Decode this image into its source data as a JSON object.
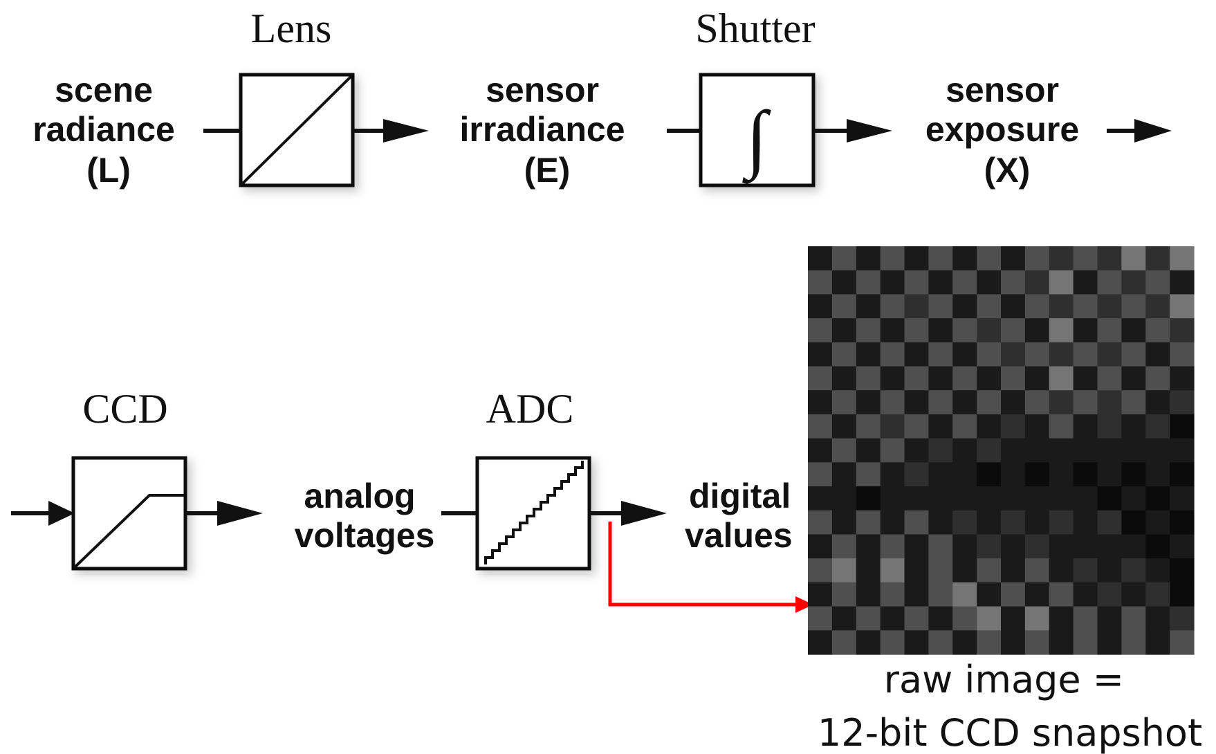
{
  "blocks": {
    "lens": "Lens",
    "shutter": "Shutter",
    "ccd": "CCD",
    "adc": "ADC"
  },
  "signals": {
    "scene_radiance": [
      "scene",
      "radiance",
      "(L)"
    ],
    "sensor_irradiance": [
      "sensor",
      "irradiance",
      "(E)"
    ],
    "sensor_exposure": [
      "sensor",
      "exposure",
      "(X)"
    ],
    "analog_voltages": [
      "analog",
      "voltages"
    ],
    "digital_values": [
      "digital",
      "values"
    ]
  },
  "shutter_symbol": "∫",
  "raw_image": {
    "caption": [
      "raw image =",
      "12-bit CCD snapshot"
    ],
    "levels": [
      [
        1,
        3,
        1,
        3,
        1,
        3,
        1,
        3,
        1,
        3,
        2,
        3,
        2,
        4,
        2,
        4
      ],
      [
        3,
        1,
        3,
        1,
        3,
        1,
        3,
        1,
        3,
        2,
        4,
        1,
        3,
        2,
        3,
        1
      ],
      [
        1,
        3,
        1,
        3,
        2,
        3,
        1,
        3,
        1,
        3,
        2,
        3,
        2,
        3,
        2,
        4
      ],
      [
        3,
        1,
        3,
        1,
        3,
        1,
        3,
        2,
        3,
        1,
        4,
        1,
        3,
        1,
        3,
        2
      ],
      [
        1,
        3,
        1,
        3,
        1,
        3,
        1,
        3,
        2,
        3,
        2,
        3,
        2,
        3,
        1,
        3
      ],
      [
        3,
        1,
        3,
        1,
        3,
        1,
        3,
        1,
        3,
        1,
        4,
        1,
        3,
        1,
        3,
        1
      ],
      [
        1,
        3,
        1,
        3,
        1,
        3,
        1,
        3,
        1,
        3,
        2,
        3,
        2,
        3,
        1,
        2
      ],
      [
        3,
        1,
        3,
        2,
        3,
        1,
        3,
        1,
        2,
        1,
        3,
        1,
        2,
        1,
        2,
        0
      ],
      [
        1,
        3,
        1,
        3,
        1,
        2,
        1,
        2,
        1,
        1,
        1,
        1,
        1,
        1,
        1,
        1
      ],
      [
        3,
        1,
        3,
        1,
        2,
        1,
        1,
        0,
        1,
        0,
        1,
        0,
        1,
        0,
        1,
        0
      ],
      [
        1,
        1,
        0,
        1,
        1,
        1,
        1,
        1,
        1,
        1,
        1,
        1,
        0,
        1,
        0,
        1
      ],
      [
        3,
        1,
        3,
        1,
        3,
        1,
        2,
        1,
        2,
        1,
        2,
        1,
        2,
        0,
        1,
        0
      ],
      [
        1,
        3,
        1,
        3,
        1,
        3,
        1,
        2,
        1,
        2,
        1,
        1,
        1,
        1,
        0,
        1
      ],
      [
        3,
        4,
        1,
        4,
        1,
        3,
        1,
        3,
        1,
        3,
        1,
        2,
        1,
        2,
        1,
        0
      ],
      [
        1,
        3,
        1,
        3,
        1,
        3,
        4,
        1,
        3,
        1,
        3,
        1,
        2,
        1,
        2,
        0
      ],
      [
        3,
        1,
        3,
        1,
        3,
        1,
        3,
        4,
        1,
        4,
        1,
        3,
        1,
        3,
        1,
        2
      ],
      [
        1,
        3,
        1,
        3,
        1,
        3,
        1,
        3,
        1,
        3,
        1,
        3,
        1,
        3,
        1,
        3
      ]
    ]
  },
  "colors": {
    "ink": "#111111",
    "red_arrow": "#ff0000",
    "pixel_levels": [
      "#0b0b0b",
      "#1a1a1a",
      "#2f2f2f",
      "#4f4f4f",
      "#757575"
    ]
  }
}
